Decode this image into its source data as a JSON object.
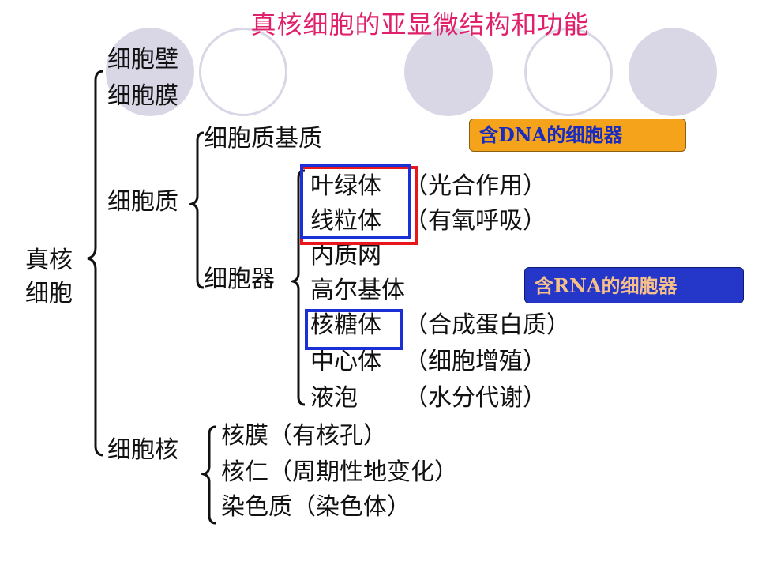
{
  "title": "真核细胞的亚显微结构和功能",
  "root": "真核\n细胞",
  "root_line1": "真核",
  "root_line2": "细胞",
  "level1": {
    "cell_wall": "细胞壁",
    "cell_membrane": "细胞膜",
    "cytoplasm": "细胞质",
    "nucleus": "细胞核"
  },
  "cytoplasm_children": {
    "matrix": "细胞质基质",
    "organelles": "细胞器"
  },
  "organelles": [
    {
      "name": "叶绿体",
      "function": "（光合作用）"
    },
    {
      "name": "线粒体",
      "function": "（有氧呼吸）"
    },
    {
      "name": "内质网",
      "function": ""
    },
    {
      "name": "高尔基体",
      "function": ""
    },
    {
      "name": "核糖体",
      "function": "（合成蛋白质）"
    },
    {
      "name": "中心体",
      "function": "（细胞增殖）"
    },
    {
      "name": "液泡",
      "function": "（水分代谢）"
    }
  ],
  "nucleus_children": [
    "核膜（有核孔）",
    "核仁（周期性地变化）",
    "染色质（染色体）"
  ],
  "callouts": {
    "dna": "含DNA的细胞器",
    "rna": "含RNA的细胞器"
  },
  "colors": {
    "title": "#e0206a",
    "red_box": "#e8161b",
    "blue_box": "#1b2fd6",
    "circle": "#d9d6e6",
    "callout_dna_bg": "#f5a31a",
    "callout_rna_bg": "#2437c9"
  }
}
